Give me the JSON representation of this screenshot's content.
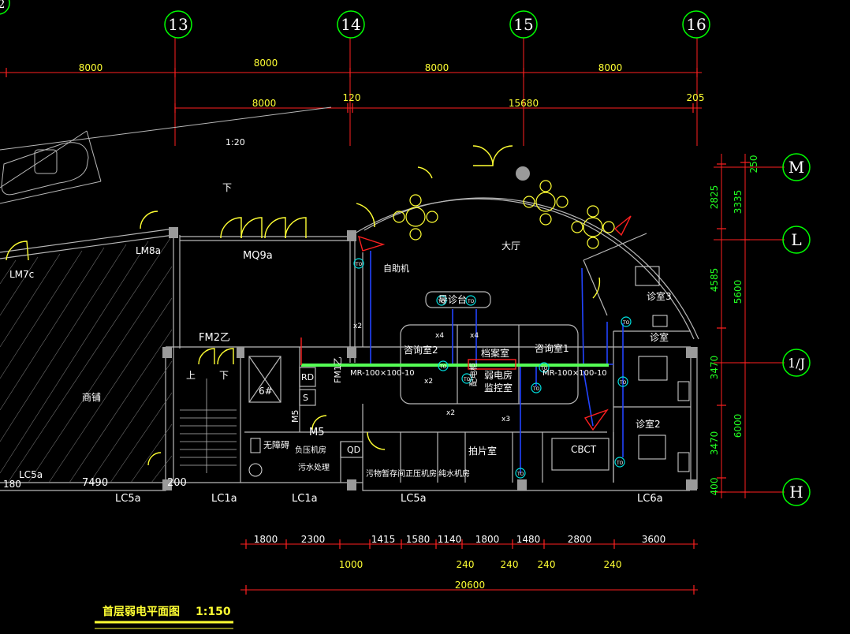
{
  "title": "首层弱电平面图",
  "scale": "1:150",
  "colors": {
    "background": "#000000",
    "axis": "#ff2020",
    "wall": "#b0b0b0",
    "dimension": "#22ff22",
    "label": "#ffffff",
    "door": "#ffff33",
    "cable": "#2244ff",
    "cable_tray": "#55ff55",
    "circle": "#00ff00"
  },
  "grid_axes_top": [
    "13",
    "14",
    "15",
    "16"
  ],
  "grid_axes_right": [
    "M",
    "L",
    "1/J",
    "H"
  ],
  "dims_top_row1": [
    "8000",
    "8000",
    "8000",
    "8000"
  ],
  "dims_top_row2": [
    "8000",
    "120",
    "15680",
    "205"
  ],
  "dims_right_inner": [
    "2825",
    "4585",
    "3470",
    "3470",
    "400"
  ],
  "dims_right_outer": [
    "250",
    "3335",
    "5600",
    "6000"
  ],
  "dims_bottom_row1": [
    "1800",
    "2300",
    "1415",
    "1580",
    "1140",
    "1800",
    "1480",
    "2800",
    "3600"
  ],
  "dims_bottom_row2": [
    "1000",
    "240",
    "240",
    "240",
    "240"
  ],
  "dims_bottom_total": "20600",
  "dims_left_bottom": [
    "180",
    "7490",
    "200"
  ],
  "rooms": {
    "lobby": "大厅",
    "self_service": "自助机",
    "desk": "导诊台",
    "archive": "档案室",
    "consult2": "咨询室2",
    "consult1": "咨询室1",
    "weak_room": "弱电房",
    "monitor": "监控室",
    "exam3": "诊室3",
    "exam": "诊室",
    "exam2": "诊室2",
    "shop": "商铺",
    "accessible": "无障碍",
    "negative": "负压机房",
    "sewage": "污水处理",
    "waste": "污物暂存间",
    "positive": "正压机房",
    "pure": "纯水机房",
    "film": "拍片室",
    "cbct": "CBCT",
    "qd": "QD",
    "rd": "RD",
    "s": "S",
    "stair6": "6#",
    "up1": "上",
    "down1": "下",
    "down2": "下",
    "power": "配电柜"
  },
  "door_tags": {
    "lm8a": "LM8a",
    "lm7c": "LM7c",
    "mq9a": "MQ9a",
    "fm2b": "FM2乙",
    "fm1b": "FM1乙",
    "m5a": "M5",
    "m5b": "M5"
  },
  "window_tags": [
    "LC5a",
    "LC5a",
    "LC1a",
    "LC1a",
    "LC5a",
    "LC6a"
  ],
  "tray_labels": [
    "MR-100×100-10",
    "MR-100×100-10"
  ],
  "x_labels": [
    "x2",
    "x4",
    "x2",
    "x4",
    "x2",
    "x3"
  ],
  "tv_tags": [
    "TO",
    "TO",
    "TO",
    "TO",
    "TO",
    "TO",
    "TO",
    "TO",
    "TO",
    "TO",
    "TO"
  ],
  "misc": {
    "scale_note": "1:20",
    "corner_axis": "2"
  }
}
